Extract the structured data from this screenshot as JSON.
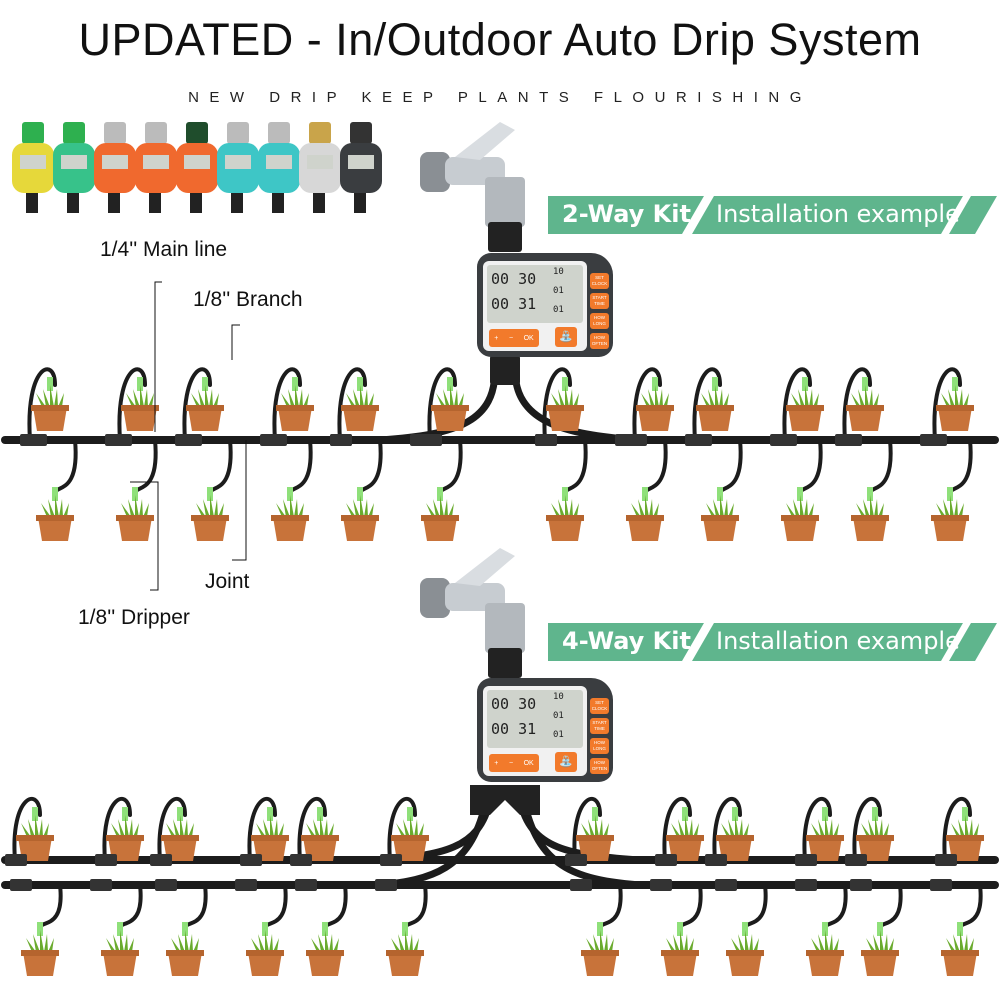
{
  "title": {
    "bold": "UPDATED - ",
    "rest": "In/Outdoor Auto Drip System"
  },
  "subtitle": "NEW DRIP KEEP PLANTS FLOURISHING",
  "labels": {
    "main_line": "1/4'' Main line",
    "branch": "1/8'' Branch",
    "joint": "Joint",
    "dripper": "1/8'' Dripper"
  },
  "kits": [
    {
      "name": "2-Way Kit",
      "subtitle": "Installation example"
    },
    {
      "name": "4-Way Kit",
      "subtitle": "Installation example"
    }
  ],
  "timer": {
    "display_start": "00 30",
    "display_duration": "00 31",
    "display_top": "10",
    "display_mid": "01",
    "display_bot": "01",
    "plus": "+",
    "minus": "−",
    "ok": "OK",
    "tap_icon": "faucet-icon",
    "buttons": [
      "SET CLOCK",
      "START TIME",
      "HOW LONG",
      "HOW OFTEN"
    ]
  },
  "product_thumbnails": [
    {
      "cap": "#2eb04f",
      "body": "#e6d83a"
    },
    {
      "cap": "#2eb04f",
      "body": "#37c28a"
    },
    {
      "cap": "#bbbbbb",
      "body": "#f0692e"
    },
    {
      "cap": "#bbbbbb",
      "body": "#f0692e"
    },
    {
      "cap": "#1f4d2c",
      "body": "#f0692e"
    },
    {
      "cap": "#bbbbbb",
      "body": "#3ec6c6"
    },
    {
      "cap": "#bbbbbb",
      "body": "#3ec6c6"
    },
    {
      "cap": "#c9a44a",
      "body": "#d7d7d7"
    },
    {
      "cap": "#333333",
      "body": "#3a3d40"
    }
  ],
  "colors": {
    "accent_green": "#5fb58d",
    "timer_orange": "#f27a2b",
    "pot": "#c8733a",
    "leaf": "#6aab2e",
    "tube": "#1c1c1c",
    "dripper": "#8fe07a"
  }
}
